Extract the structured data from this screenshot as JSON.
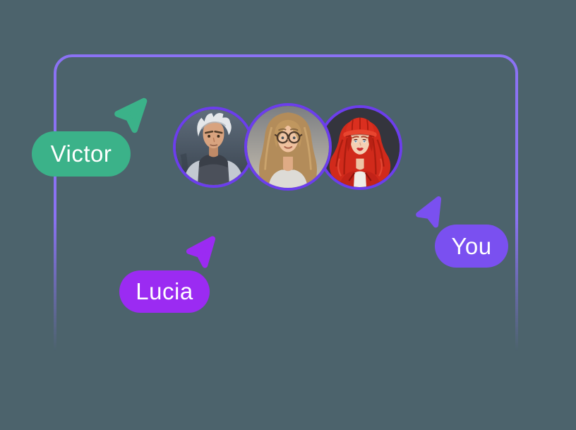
{
  "canvas": {
    "background_color": "#4C636C",
    "frame_border_color": "#8B72F4"
  },
  "presence": {
    "avatar_ring_color": "#6C3EEC",
    "avatars": [
      {
        "id": "silver-haired-man"
      },
      {
        "id": "woman-with-glasses"
      },
      {
        "id": "woman-with-red-cap"
      }
    ],
    "users": [
      {
        "name": "Victor",
        "color": "#3BB289"
      },
      {
        "name": "Lucia",
        "color": "#9B2BF2"
      },
      {
        "name": "You",
        "color": "#7A50F0"
      }
    ]
  }
}
